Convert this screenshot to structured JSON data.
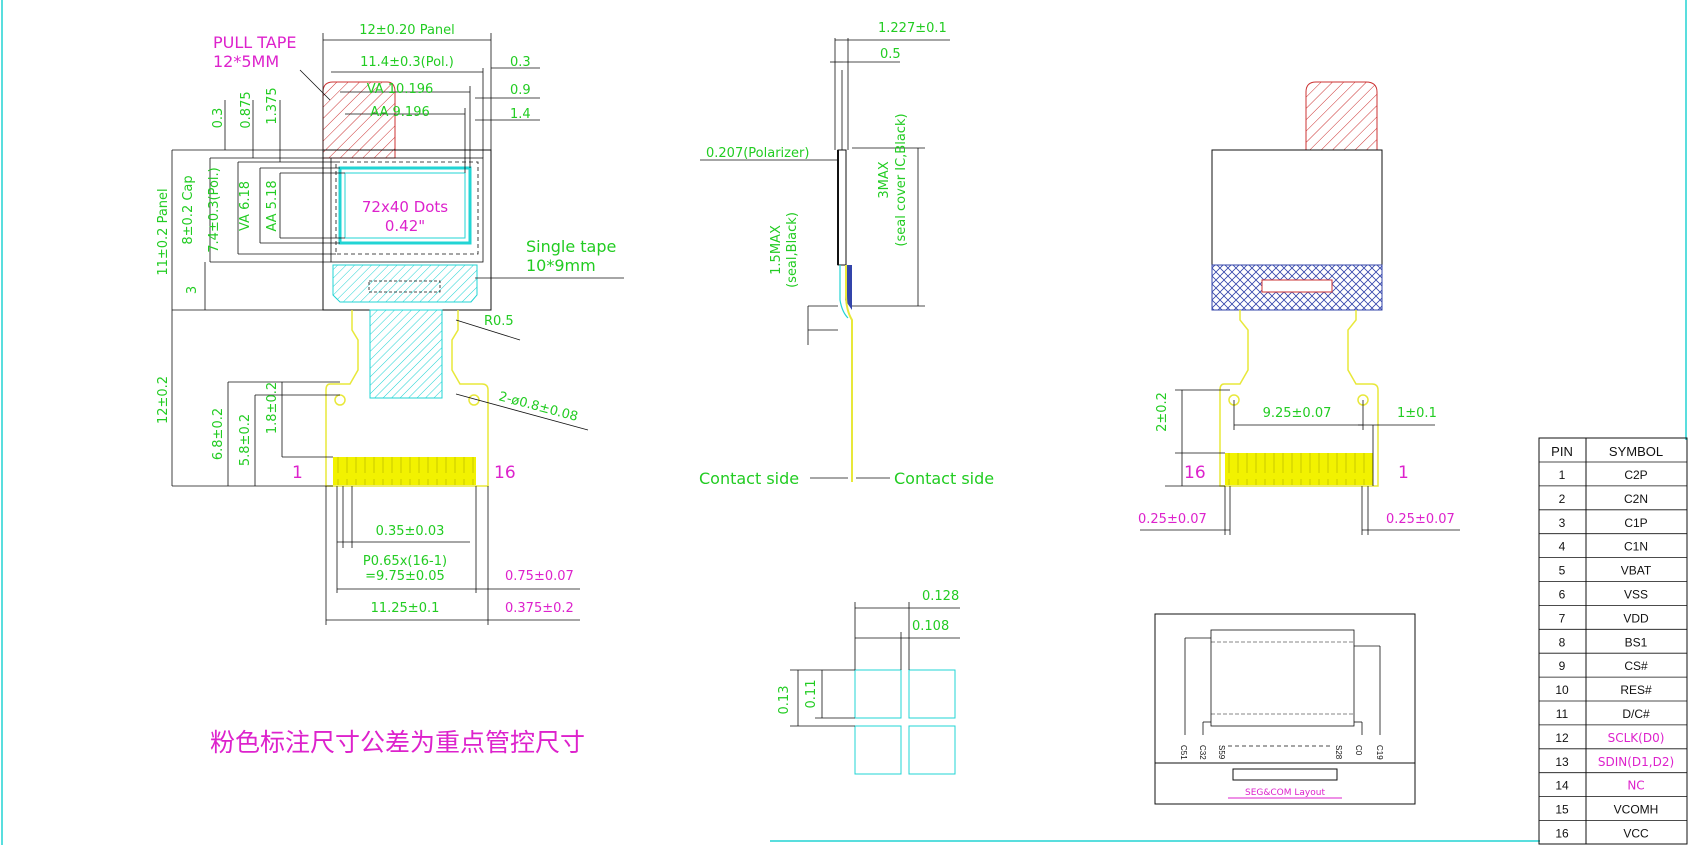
{
  "front_view": {
    "pull_tape": "PULL TAPE",
    "pull_tape_size": "12*5MM",
    "panel_width": "12±0.20  Panel",
    "pol_width": "11.4±0.3(Pol.)",
    "va_width": "VA  10.196",
    "aa_width": "AA  9.196",
    "right_03": "0.3",
    "right_09": "0.9",
    "right_14": "1.4",
    "top_03": "0.3",
    "top_0875": "0.875",
    "top_1375": "1.375",
    "panel_height": "11±0.2  Panel",
    "cap_height": "8±0.2  Cap",
    "pol_height": "7.4±0.3(Pol.)",
    "va_height": "VA  6.18",
    "aa_height": "AA  5.18",
    "bottom_3": "3",
    "dots": "72x40 Dots",
    "diag": "0.42\"",
    "single_tape": "Single  tape",
    "single_tape_size": "10*9mm",
    "r05": "R0.5",
    "holes": "2-ø0.8±0.08",
    "fpc_12": "12±0.2",
    "fpc_68": "6.8±0.2",
    "fpc_58": "5.8±0.2",
    "fpc_18": "1.8±0.2",
    "pin_first": "1",
    "pin_last": "16",
    "pitch_035": "0.35±0.03",
    "pitch_line1": "P0.65x(16-1)",
    "pitch_line2": "=9.75±0.05",
    "w_075": "0.75±0.07",
    "w_1125": "11.25±0.1",
    "w_0375": "0.375±0.2"
  },
  "side_view": {
    "t_1227": "1.227±0.1",
    "t_05": "0.5",
    "polarizer": "0.207(Polarizer)",
    "seal": "1.5MAX",
    "seal_note": "(seal,Black)",
    "max3": "3MAX",
    "max3_note": "(seal  cover  IC,Black)",
    "contact_left": "Contact  side",
    "contact_right": "Contact  side"
  },
  "back_view": {
    "d_2": "2±0.2",
    "d_925": "9.25±0.07",
    "d_1": "1±0.1",
    "pin_left": "16",
    "pin_right": "1",
    "d_025_left": "0.25±0.07",
    "d_025_right": "0.25±0.07"
  },
  "pixel_detail": {
    "d_0128": "0.128",
    "d_0108": "0.108",
    "d_013": "0.13",
    "d_011": "0.11"
  },
  "note": "粉色标注尺寸公差为重点管控尺寸",
  "seg_com": {
    "labels": [
      "C51",
      "C32",
      "S59",
      "S28",
      "C0",
      "C19"
    ],
    "caption": "SEG&COM Layout"
  },
  "pin_table": {
    "headers": [
      "PIN",
      "SYMBOL"
    ],
    "rows": [
      {
        "pin": "1",
        "symbol": "C2P",
        "key": false
      },
      {
        "pin": "2",
        "symbol": "C2N",
        "key": false
      },
      {
        "pin": "3",
        "symbol": "C1P",
        "key": false
      },
      {
        "pin": "4",
        "symbol": "C1N",
        "key": false
      },
      {
        "pin": "5",
        "symbol": "VBAT",
        "key": false
      },
      {
        "pin": "6",
        "symbol": "VSS",
        "key": false
      },
      {
        "pin": "7",
        "symbol": "VDD",
        "key": false
      },
      {
        "pin": "8",
        "symbol": "BS1",
        "key": false
      },
      {
        "pin": "9",
        "symbol": "CS#",
        "key": false
      },
      {
        "pin": "10",
        "symbol": "RES#",
        "key": false
      },
      {
        "pin": "11",
        "symbol": "D/C#",
        "key": false
      },
      {
        "pin": "12",
        "symbol": "SCLK(D0)",
        "key": true
      },
      {
        "pin": "13",
        "symbol": "SDIN(D1,D2)",
        "key": true
      },
      {
        "pin": "14",
        "symbol": "NC",
        "key": true
      },
      {
        "pin": "15",
        "symbol": "VCOMH",
        "key": false
      },
      {
        "pin": "16",
        "symbol": "VCC",
        "key": false
      }
    ]
  },
  "colors": {
    "dimension_text": "#22cc22",
    "key_text": "#dd22cc",
    "frame": "#22d4d4",
    "fpc": "#e8e83a",
    "pull_tape": "#cc3333",
    "tape": "#22d4d4",
    "seal": "#3344aa"
  }
}
